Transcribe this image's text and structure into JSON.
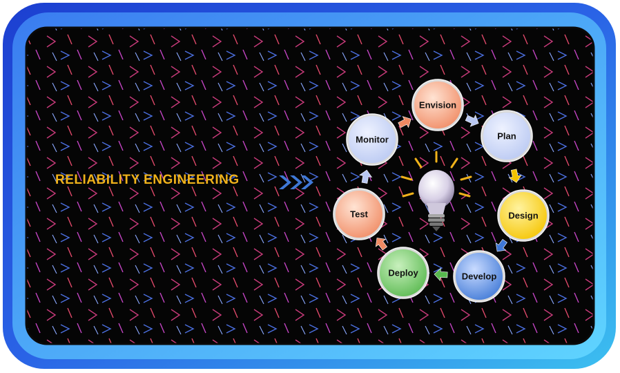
{
  "title": "RELIABILITY ENGINEERING",
  "cycle": [
    {
      "id": "envision",
      "label": "Envision",
      "color": "#f08a63",
      "light": "#ffe3d3"
    },
    {
      "id": "plan",
      "label": "Plan",
      "color": "#b9c8f2",
      "light": "#eef2ff"
    },
    {
      "id": "design",
      "label": "Design",
      "color": "#f5c400",
      "light": "#fff3a0"
    },
    {
      "id": "develop",
      "label": "Develop",
      "color": "#3f78d6",
      "light": "#c9dbff"
    },
    {
      "id": "deploy",
      "label": "Deploy",
      "color": "#58b84e",
      "light": "#c8f0bd"
    },
    {
      "id": "test",
      "label": "Test",
      "color": "#f08a63",
      "light": "#ffe3d3"
    },
    {
      "id": "monitor",
      "label": "Monitor",
      "color": "#b9c8f2",
      "light": "#eef2ff"
    }
  ],
  "colors": {
    "frame_outer": "#1f4fd8",
    "frame_inner": "#35b6ee",
    "background": "#050505",
    "title": "#f0b21a",
    "chevrons": "#3f78d6",
    "bulb_rays": "#f0b21a"
  },
  "icons": [
    "chevron-double-right-icon",
    "lightbulb-icon"
  ]
}
